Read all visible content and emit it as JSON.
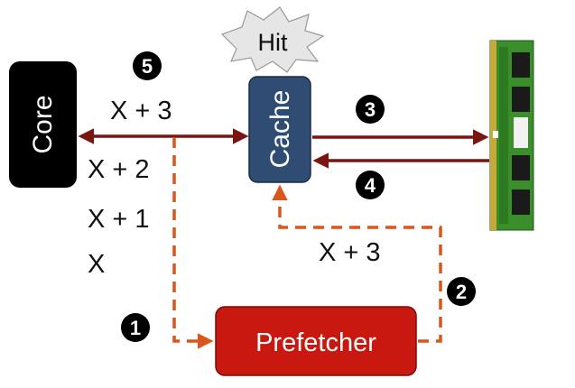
{
  "diagram": {
    "core_label": "Core",
    "cache_label": "Cache",
    "prefetcher_label": "Prefetcher",
    "hit_label": "Hit",
    "access_labels": [
      "X + 3",
      "X + 2",
      "X + 1",
      "X"
    ],
    "prefetch_label": "X + 3",
    "steps": [
      "1",
      "2",
      "3",
      "4",
      "5"
    ],
    "colors": {
      "core_fill": "#000000",
      "cache_fill": "#2f4d73",
      "prefetcher_fill": "#c8180f",
      "solid_arrow": "#7a1512",
      "dashed_arrow": "#d9571c",
      "hit_burst": "#e6e6e6",
      "memory_board": "#3b8f2a"
    },
    "icons": [
      "hit-burst-icon",
      "memory-module-icon"
    ]
  }
}
